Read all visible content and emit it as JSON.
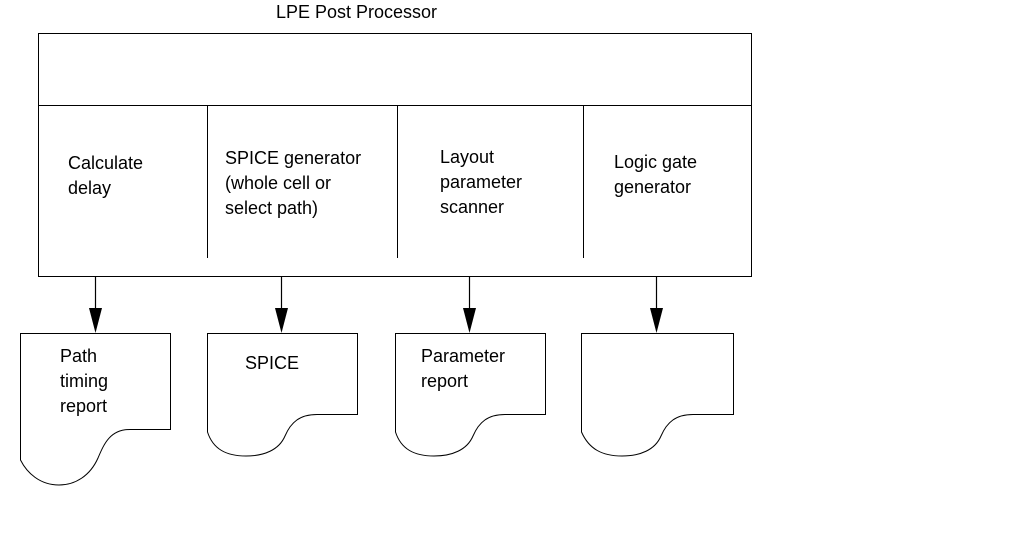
{
  "title": "LPE Post Processor",
  "modules": [
    {
      "label": "Calculate\ndelay"
    },
    {
      "label": "SPICE generator\n(whole cell or\nselect path)"
    },
    {
      "label": "Layout\nparameter\nscanner"
    },
    {
      "label": "Logic gate\ngenerator"
    }
  ],
  "outputs": [
    {
      "label": "Path\ntiming\nreport"
    },
    {
      "label": "SPICE"
    },
    {
      "label": "Parameter\nreport"
    },
    {
      "label": ""
    }
  ]
}
